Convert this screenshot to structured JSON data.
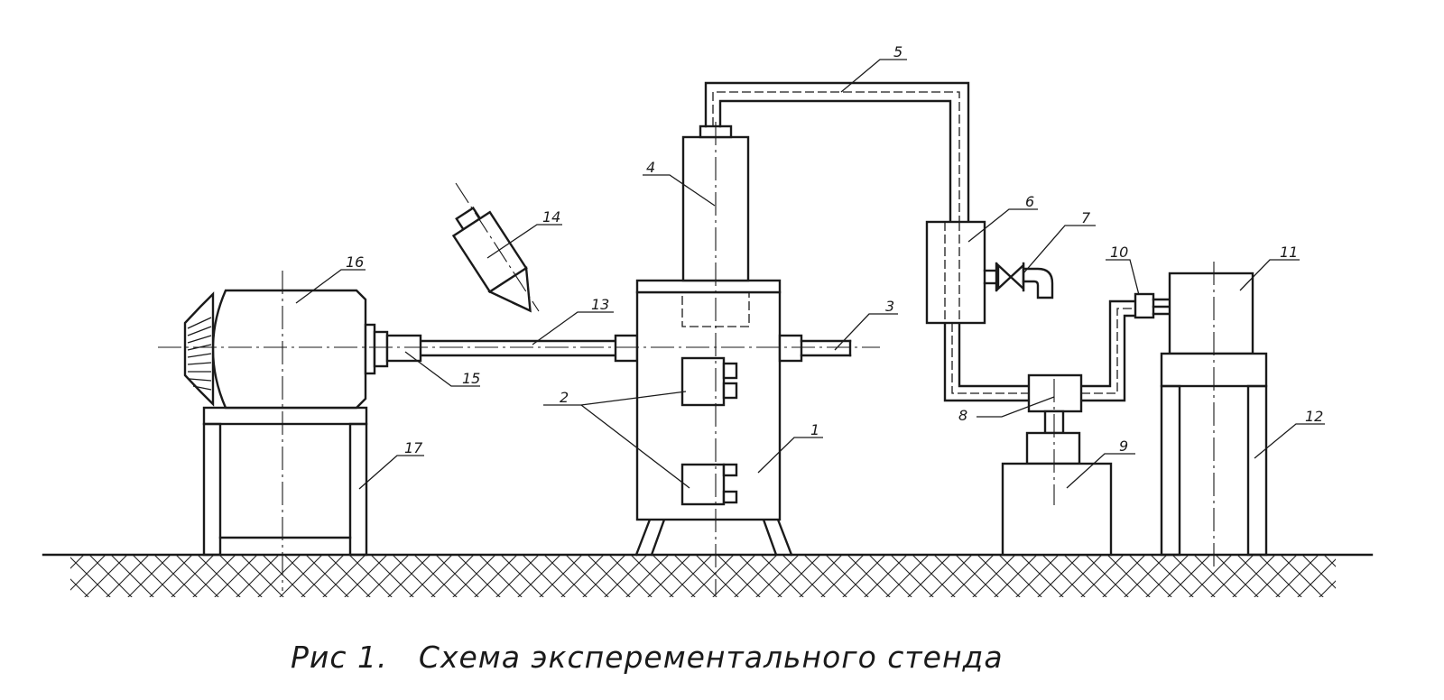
{
  "caption": "Рис 1.   Схема эксперементального стенда",
  "labels": {
    "n1": "1",
    "n2": "2",
    "n3": "3",
    "n4": "4",
    "n5": "5",
    "n6": "6",
    "n7": "7",
    "n8": "8",
    "n9": "9",
    "n10": "10",
    "n11": "11",
    "n12": "12",
    "n13": "13",
    "n14": "14",
    "n15": "15",
    "n16": "16",
    "n17": "17"
  }
}
